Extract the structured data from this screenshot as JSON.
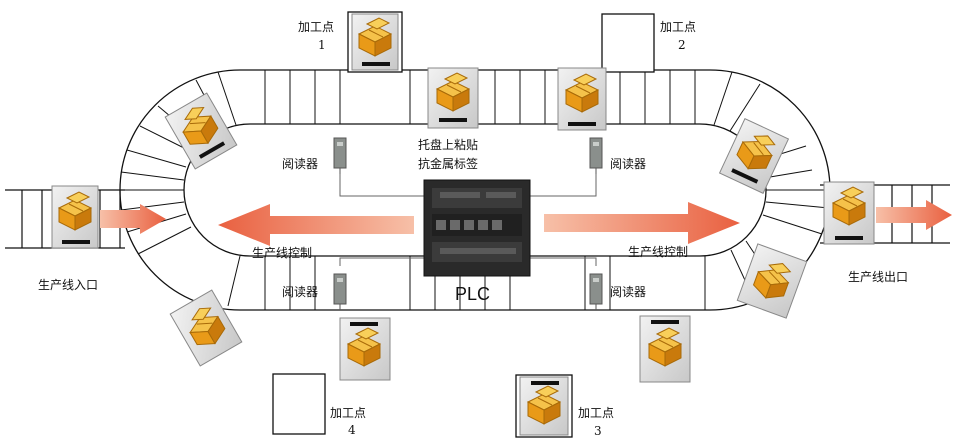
{
  "stations": [
    {
      "label": "加工点",
      "number": "1"
    },
    {
      "label": "加工点",
      "number": "2"
    },
    {
      "label": "加工点",
      "number": "3"
    },
    {
      "label": "加工点",
      "number": "4"
    }
  ],
  "readers": [
    "阅读器",
    "阅读器",
    "阅读器",
    "阅读器"
  ],
  "pallet_note": [
    "托盘上粘贴",
    "抗金属标签"
  ],
  "controls": [
    "生产线控制",
    "生产线控制"
  ],
  "controller": "PLC",
  "line_entry": "生产线入口",
  "line_exit": "生产线出口",
  "colors": {
    "belt_line": "#111111",
    "panel_fill": "#d4d4d4",
    "box_orange": "#f0a820",
    "box_dark": "#c07810",
    "arrow_red": "#e96040",
    "reader_gray": "#8a8f8c",
    "plc_body": "#2a2a2a"
  },
  "icons": [
    "box-icon",
    "reader-icon",
    "plc-icon",
    "arrow-icon"
  ]
}
